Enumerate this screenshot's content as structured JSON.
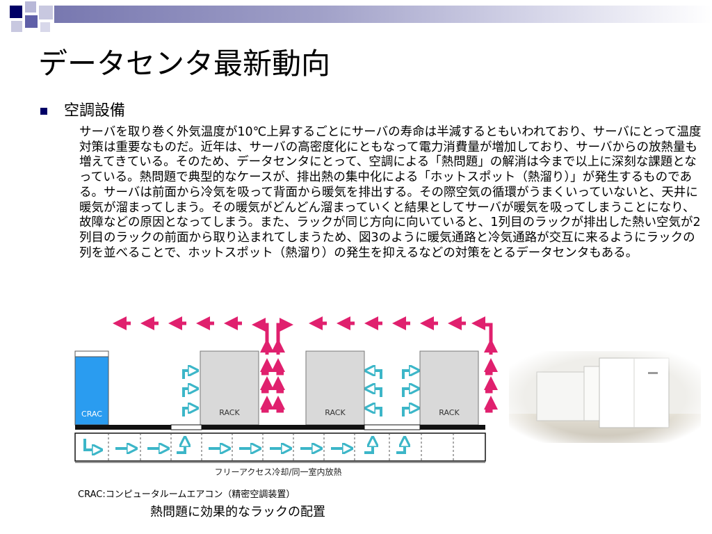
{
  "slide": {
    "title": "データセンタ最新動向",
    "bullet": "空調設備",
    "body": "サーバを取り巻く外気温度が10℃上昇するごとにサーバの寿命は半減するともいわれており、サーバにとって温度対策は重要なものだ。近年は、サーバの高密度化にともなって電力消費量が増加しており、サーバからの放熱量も増えてきている。そのため、データセンタにとって、空調による「熱問題」の解消は今まで以上に深刻な課題となっている。熱問題で典型的なケースが、排出熱の集中化による「ホットスポット（熱溜り）」が発生するものである。サーバは前面から冷気を吸って背面から暖気を排出する。その際空気の循環がうまくいっていないと、天井に暖気が溜まってしまう。その暖気がどんどん溜まっていくと結果としてサーバが暖気を吸ってしまうことになり、故障などの原因となってしまう。また、ラックが同じ方向に向いていると、1列目のラックが排出した熱い空気が2列目のラックの前面から取り込まれてしまうため、図3のように暖気通路と冷気通路が交互に来るようにラックの列を並べることで、ホットスポット（熱溜り）の発生を抑えるなどの対策をとるデータセンタもある。",
    "caption": "熱問題に効果的なラックの配置"
  },
  "figure": {
    "crac_label": "CRAC",
    "rack_labels": [
      "RACK",
      "RACK",
      "RACK"
    ],
    "floor_label": "フリーアクセス冷却/同一室内放熱",
    "legend": "CRAC:コンピュータルームエアコン（精密空調装置）"
  },
  "colors": {
    "hot_arrow": "#e0206e",
    "cold_arrow": "#3cb6c8",
    "crac": "#2a9cf0",
    "rack": "#d9d9d9",
    "header_bar": "#7878b0",
    "bullet": "#000066"
  }
}
